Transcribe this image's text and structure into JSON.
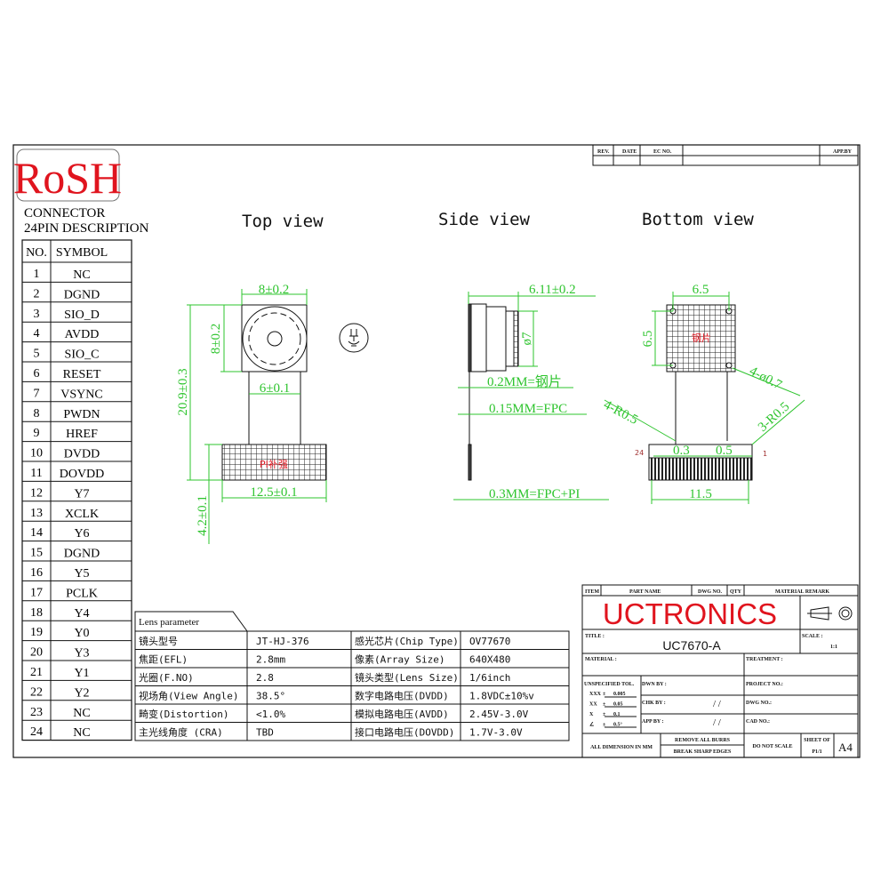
{
  "rosh_logo": "RoSH",
  "connector": {
    "title_line1": "CONNECTOR",
    "title_line2": "24PIN DESCRIPTION",
    "headers": [
      "NO.",
      "SYMBOL"
    ],
    "pins": [
      [
        "1",
        "NC"
      ],
      [
        "2",
        "DGND"
      ],
      [
        "3",
        "SIO_D"
      ],
      [
        "4",
        "AVDD"
      ],
      [
        "5",
        "SIO_C"
      ],
      [
        "6",
        "RESET"
      ],
      [
        "7",
        "VSYNC"
      ],
      [
        "8",
        "PWDN"
      ],
      [
        "9",
        "HREF"
      ],
      [
        "10",
        "DVDD"
      ],
      [
        "11",
        "DOVDD"
      ],
      [
        "12",
        "Y7"
      ],
      [
        "13",
        "XCLK"
      ],
      [
        "14",
        "Y6"
      ],
      [
        "15",
        "DGND"
      ],
      [
        "16",
        "Y5"
      ],
      [
        "17",
        "PCLK"
      ],
      [
        "18",
        "Y4"
      ],
      [
        "19",
        "Y0"
      ],
      [
        "20",
        "Y3"
      ],
      [
        "21",
        "Y1"
      ],
      [
        "22",
        "Y2"
      ],
      [
        "23",
        "NC"
      ],
      [
        "24",
        "NC"
      ]
    ]
  },
  "views": {
    "top": {
      "title": "Top view",
      "dim_width": "8±0.2",
      "dim_height": "8±0.2",
      "dim_total": "20.9±0.3",
      "dim_flex": "6±0.1",
      "dim_stiffener_width": "12.5±0.1",
      "dim_stiffener_height": "4.2±0.1",
      "stiffener_label": "PI补强"
    },
    "side": {
      "title": "Side view",
      "dim_depth": "6.11±0.2",
      "dim_diameter": "ø7",
      "note_steel": "0.2MM=钢片",
      "note_fpc": "0.15MM=FPC",
      "note_fpc_pi": "0.3MM=FPC+PI"
    },
    "bottom": {
      "title": "Bottom view",
      "dim_width": "6.5",
      "dim_height": "6.5",
      "holes": "4-ø0.7",
      "radius_left": "4-R0.5",
      "radius_right": "3-R0.5",
      "pitch_a": "0.3",
      "pitch_b": "0.5",
      "dim_connector": "11.5",
      "copper_label": "钢片",
      "pin_first": "24",
      "pin_last": "1"
    }
  },
  "lens": {
    "title": "Lens parameter",
    "rows": [
      [
        "镜头型号",
        "JT-HJ-376",
        "感光芯片(Chip Type)",
        "OV77670"
      ],
      [
        "焦距(EFL)",
        "2.8mm",
        "像素(Array Size)",
        "640X480"
      ],
      [
        "光圈(F.NO)",
        "2.8",
        "镜头类型(Lens Size)",
        "1/6inch"
      ],
      [
        "视场角(View Angle)",
        "38.5°",
        "数字电路电压(DVDD)",
        "1.8VDC±10%v"
      ],
      [
        "畸变(Distortion)",
        "<1.0%",
        "模拟电路电压(AVDD)",
        "2.45V-3.0V"
      ],
      [
        "主光线角度 (CRA)",
        "TBD",
        "接口电路电压(DOVDD)",
        "1.7V-3.0V"
      ]
    ]
  },
  "revision": {
    "rev": "REV.",
    "date": "DATE",
    "ec_no": "EC NO.",
    "app_by": "APP.BY"
  },
  "title_block": {
    "item": "ITEM",
    "part_name": "PART NAME",
    "dwg_no": "DWG NO.",
    "qty": "QTY",
    "material_remark": "MATERIAL REMARK",
    "company": "UCTRONICS",
    "title_label": "TITLE :",
    "title": "UC7670-A",
    "scale_label": "SCALE :",
    "scale": "1:1",
    "material_label": "MATERIAL :",
    "treatment_label": "TREATMENT :",
    "unspecified_tol": "UNSPECIFIED TOL.",
    "tolerances": [
      [
        "XXX",
        "±",
        "0.005"
      ],
      [
        "XX",
        "±",
        "0.05"
      ],
      [
        "X",
        "±",
        "0.1"
      ],
      [
        "∠",
        "±",
        "0.5°"
      ]
    ],
    "dwn_by": "DWN BY :",
    "chk_by": "CHK BY :",
    "app_by": "APP BY :",
    "slashes": "/   /",
    "project_no": "PROJECT NO.:",
    "dwg_no2": "DWG NO.:",
    "cad_no": "CAD NO.:",
    "all_dimension": "ALL DIMENSION IN MM",
    "remove_burrs": "REMOVE ALL BURRS",
    "break_edges": "BREAK SHARP EDGES",
    "do_not_scale": "DO NOT SCALE",
    "sheet_of": "SHEET OF",
    "sheet": "P1/1",
    "paper": "A4"
  },
  "colors": {
    "dimension": "#2ec42e",
    "logo_red": "#e0141e",
    "line": "#111111"
  }
}
